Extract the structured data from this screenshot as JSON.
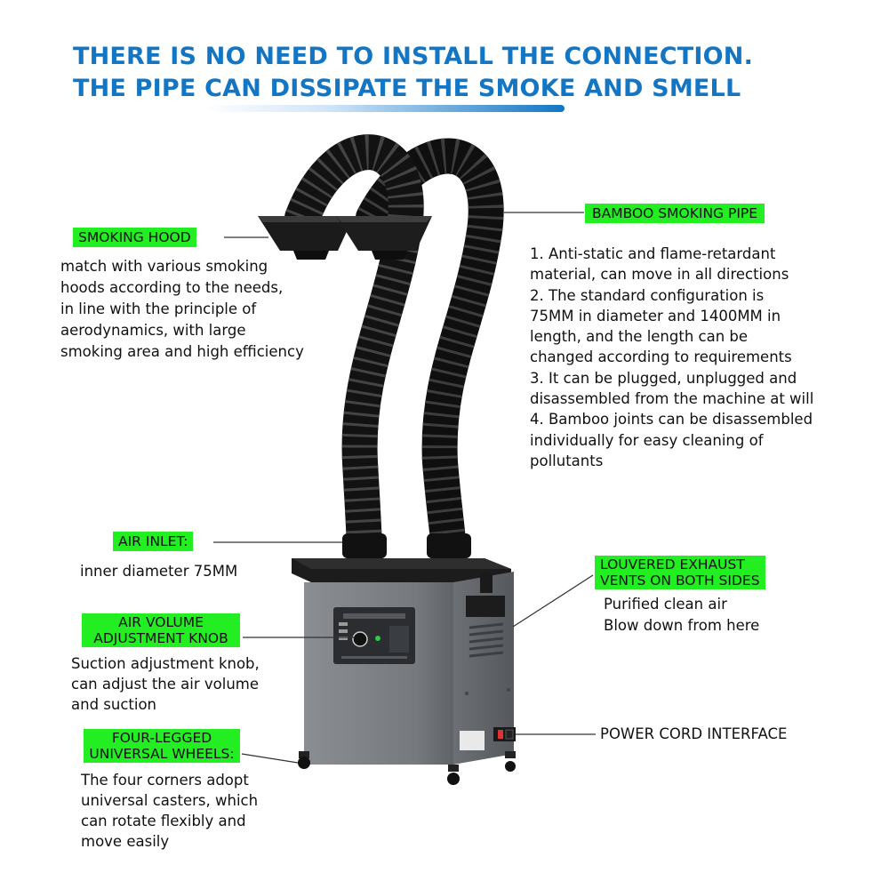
{
  "headline": {
    "line1": "THERE IS NO NEED TO INSTALL THE CONNECTION.",
    "line2": "THE PIPE CAN DISSIPATE THE SMOKE AND SMELL"
  },
  "callouts": {
    "smoking_hood": {
      "label": "SMOKING HOOD",
      "lines": [
        "match with various smoking",
        "hoods according to the needs,",
        "in line with the principle of",
        "aerodynamics, with large",
        "smoking area and high efficiency"
      ]
    },
    "bamboo_pipe": {
      "label": "BAMBOO SMOKING PIPE",
      "lines": [
        "1. Anti-static and flame-retardant",
        "material, can move in all directions",
        "2. The standard configuration is",
        "75MM in diameter and 1400MM in",
        "length, and the length can be",
        "changed according to requirements",
        "3. It can be plugged, unplugged and",
        "disassembled from the machine at will",
        "4. Bamboo joints can be disassembled",
        "individually for easy cleaning of",
        "pollutants"
      ]
    },
    "air_inlet": {
      "label": "AIR INLET:",
      "lines": [
        "inner diameter 75MM"
      ]
    },
    "air_volume_knob": {
      "label_lines": [
        "AIR VOLUME",
        "ADJUSTMENT KNOB"
      ],
      "lines": [
        "Suction adjustment knob,",
        "can adjust the air volume",
        "and suction"
      ]
    },
    "exhaust_vents": {
      "label_lines": [
        "LOUVERED EXHAUST",
        "VENTS ON BOTH SIDES"
      ],
      "lines": [
        "Purified clean air",
        "Blow down from here"
      ]
    },
    "power_cord": {
      "label": "POWER CORD INTERFACE"
    },
    "wheels": {
      "label_lines": [
        "FOUR-LEGGED",
        "UNIVERSAL WHEELS:"
      ],
      "lines": [
        "The four corners adopt",
        "universal casters, which",
        "can rotate flexibly and",
        "move easily"
      ]
    }
  },
  "colors": {
    "headline_blue": "#1276c4",
    "tag_green": "#22ee22",
    "machine_gray": "#7b7e82",
    "pipe_black": "#1a1a1a"
  }
}
